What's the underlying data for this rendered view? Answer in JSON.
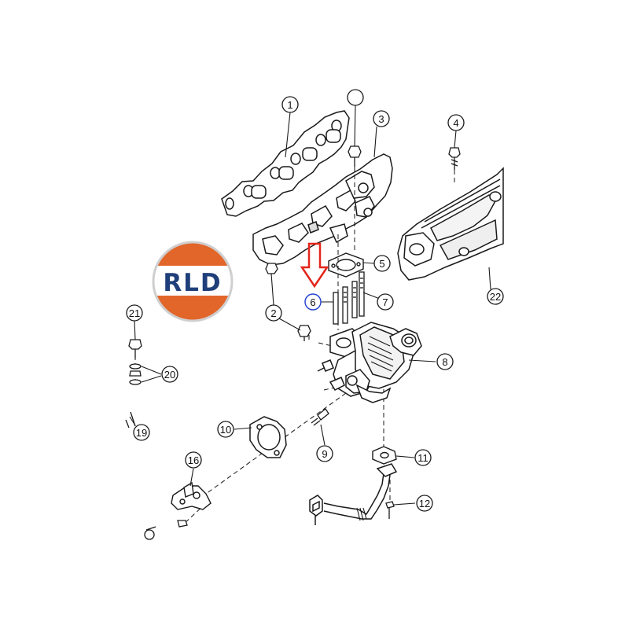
{
  "logo": {
    "text": "RLD",
    "colors": {
      "top": "#e2662a",
      "bottom": "#e2662a",
      "band": "#ffffff",
      "text": "#1f3f7a"
    }
  },
  "highlight": {
    "part_number": "6",
    "arrow_color": "#e3261c",
    "callout_color": "#1e3fd1"
  },
  "callouts": [
    "1",
    "3",
    "4",
    "5",
    "7",
    "8",
    "2",
    "21",
    "20",
    "19",
    "10",
    "9",
    "11",
    "16",
    "12",
    "22"
  ],
  "colors": {
    "line": "#1a1a1a",
    "fill": "#ffffff",
    "shade": "#d9d9d9"
  }
}
